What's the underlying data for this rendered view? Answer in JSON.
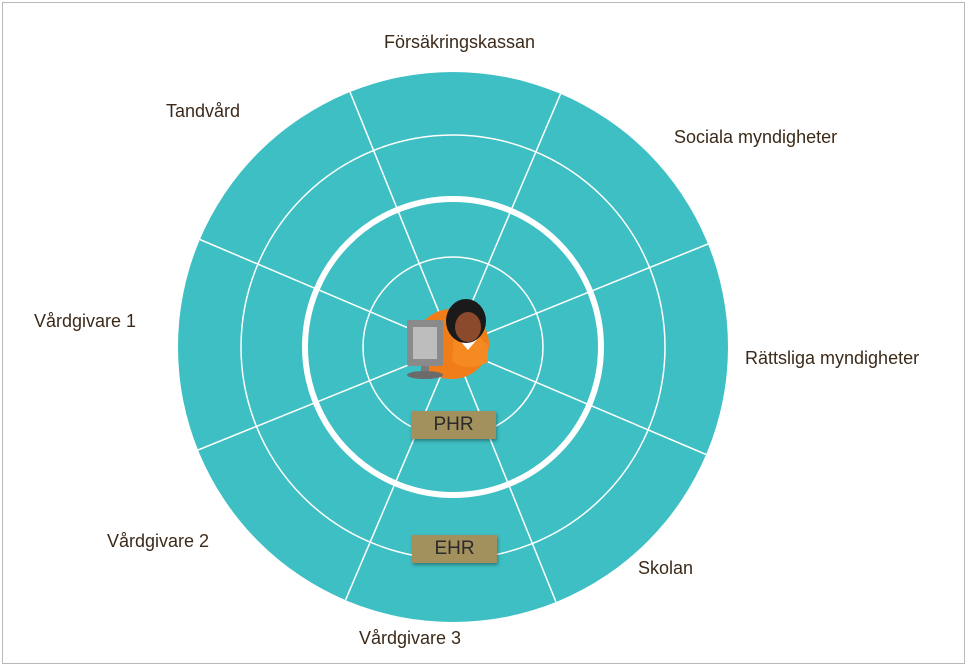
{
  "sectors": [
    {
      "label": "Försäkringskassan"
    },
    {
      "label": "Sociala myndigheter"
    },
    {
      "label": "Rättsliga myndigheter"
    },
    {
      "label": "Skolan"
    },
    {
      "label": "Vårdgivare 3"
    },
    {
      "label": "Vårdgivare 2"
    },
    {
      "label": "Vårdgivare 1"
    },
    {
      "label": "Tandvård"
    }
  ],
  "inner_tag": {
    "label": "PHR"
  },
  "outer_tag": {
    "label": "EHR"
  },
  "center_icon": "person-at-computer-icon",
  "colors": {
    "disc": "#3ebfc3",
    "lines": "#ffffff",
    "tag": "#a2905d",
    "text": "#3b2a1a",
    "person_shirt": "#f07d1a",
    "person_hair": "#1a1a1a",
    "monitor": "#8a8a8a"
  }
}
